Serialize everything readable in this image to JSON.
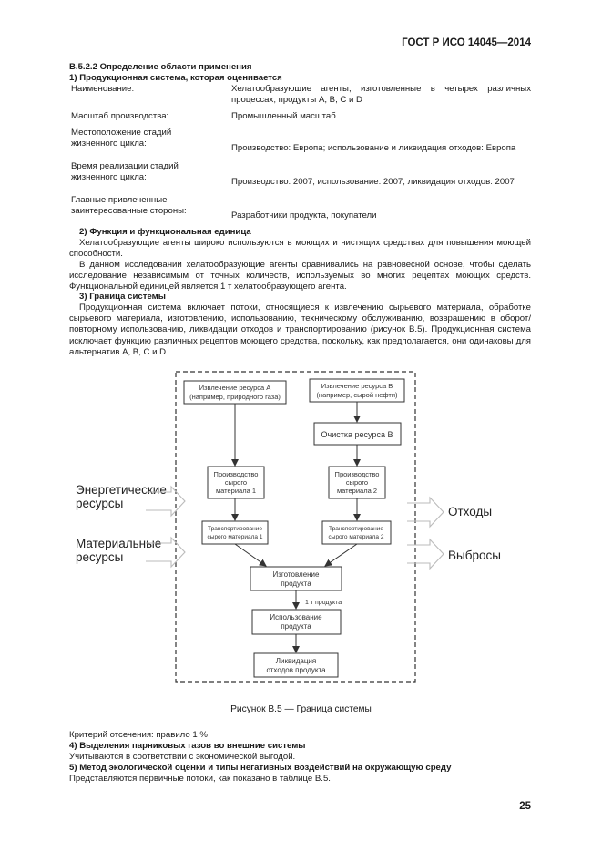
{
  "header": "ГОСТ Р ИСО 14045—2014",
  "page_number": "25",
  "section_title": "В.5.2.2 Определение области применения",
  "sub1_title": "1) Продукционная система, которая оценивается",
  "rows": [
    {
      "label": "Наименование:",
      "value": "Хелатообразующие агенты, изготовленные в четырех различных процессах; продукты A, B, C и D"
    },
    {
      "label": "Масштаб производства:",
      "value": "Промышленный масштаб"
    },
    {
      "label": "Местоположение стадий жизненного цикла:",
      "value": "Производство: Европа; использование и ликвидация отходов: Европа"
    },
    {
      "label": "Время реализации стадий жизненного цикла:",
      "value": "Производство: 2007; использование: 2007; ликвидация отходов: 2007"
    },
    {
      "label": "Главные привлеченные заинтересованные стороны:",
      "value": "Разработчики продукта, покупатели"
    }
  ],
  "sub2_title": "2) Функция и функциональная единица",
  "sub2_p1": "Хелатообразующие агенты широко используются в моющих и чистящих средствах для повышения моющей способности.",
  "sub2_p2": "В данном исследовании хелатообразующие агенты сравнивались на равновесной основе, чтобы сделать исследование независимым от точных количеств, используемых во многих рецептах моющих средств. Функциональной единицей является 1 т хелатообразующего агента.",
  "sub3_title": "3) Граница системы",
  "sub3_p1": "Продукционная система включает потоки, относящиеся к извлечению сырьевого материала, обработке сырьевого материала, изготовлению, использованию, техническому обслуживанию, возвращению в оборот/повторному использованию, ликвидации отходов и транспортированию (рисунок В.5). Продукционная система исключает функцию различных рецептов моющего средства, поскольку, как предполагается, они одинаковы для альтернатив A, B, C и D.",
  "figure": {
    "caption": "Рисунок В.5 — Граница системы",
    "input_energy": "Энергетические ресурсы",
    "input_material": "Материальные ресурсы",
    "output_waste": "Отходы",
    "output_emissions": "Выбросы",
    "box_extract_a_1": "Извлечение ресурса А",
    "box_extract_a_2": "(например, природного газа)",
    "box_extract_b_1": "Извлечение ресурса В",
    "box_extract_b_2": "(например, сырой нефти)",
    "box_clean_b": "Очистка ресурса В",
    "box_prod1_1": "Производство",
    "box_prod1_2": "сырого",
    "box_prod1_3": "материала 1",
    "box_prod2_1": "Производство",
    "box_prod2_2": "сырого",
    "box_prod2_3": "материала 2",
    "box_trans1_1": "Транспортирование",
    "box_trans1_2": "сырого материала 1",
    "box_trans2_1": "Транспортирование",
    "box_trans2_2": "сырого материала 2",
    "box_manuf_1": "Изготовление",
    "box_manuf_2": "продукта",
    "flow_label": "1 т продукта",
    "box_use_1": "Использование",
    "box_use_2": "продукта",
    "box_disposal_1": "Ликвидация",
    "box_disposal_2": "отходов продукта"
  },
  "cutoff": "Критерий отсечения: правило 1 %",
  "sub4_title": "4) Выделения парниковых газов во внешние системы",
  "sub4_text": "Учитываются в соответствии с экономической выгодой.",
  "sub5_title": "5) Метод экологической оценки и типы негативных воздействий на окружающую среду",
  "sub5_text": "Представляются первичные потоки, как показано в таблице В.5."
}
